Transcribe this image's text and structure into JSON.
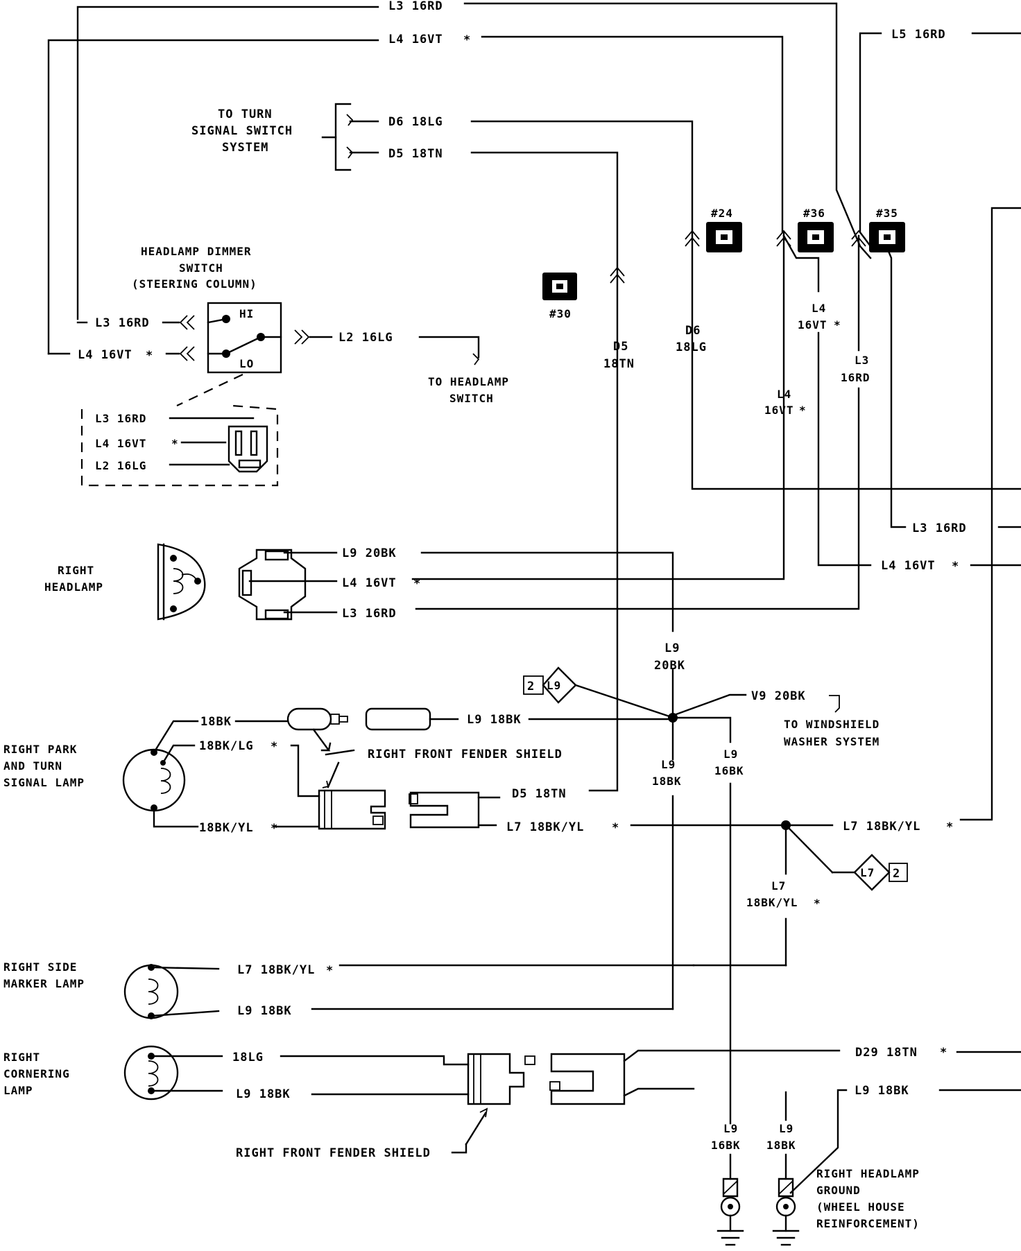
{
  "wires": {
    "l3_top": "L3 16RD",
    "l4_top": "L4 16VT",
    "l5_top": "L5 16RD",
    "d6": "D6 18LG",
    "d5": "D5 18TN",
    "dimmer_l3": "L3 16RD",
    "dimmer_l4": "L4 16VT",
    "dimmer_l2": "L2 16LG",
    "conn_l3": "L3 16RD",
    "conn_l4": "L4 16VT",
    "conn_l2": "L2 16LG",
    "d5_vert_a": "D5",
    "d5_vert_b": "18TN",
    "d6_vert_a": "D6",
    "d6_vert_b": "18LG",
    "l4_vert1_a": "L4",
    "l4_vert1_b": "16VT",
    "l4_vert2_a": "L4",
    "l4_vert2_b": "16VT",
    "l3_vert_a": "L3",
    "l3_vert_b": "16RD",
    "l3_right": "L3 16RD",
    "l4_right": "L4 16VT",
    "hl_l9": "L9 20BK",
    "hl_l4": "L4 16VT",
    "hl_l3": "L3 16RD",
    "l9_20bk_a": "L9",
    "l9_20bk_b": "20BK",
    "v9": "V9 20BK",
    "park_18bk": "18BK",
    "park_18bklg": "18BK/LG",
    "park_18bkyl": "18BK/YL",
    "l9_18bk_h": "L9 18BK",
    "d5_18tn": "D5 18TN",
    "l7_left": "L7 18BK/YL",
    "l7_right": "L7 18BK/YL",
    "l9_18bk_v_a": "L9",
    "l9_18bk_v_b": "18BK",
    "l9_16bk_a": "L9",
    "l9_16bk_b": "16BK",
    "l7_vert_a": "L7",
    "l7_vert_b": "18BK/YL",
    "side_l7": "L7 18BK/YL",
    "side_l9": "L9 18BK",
    "corner_18lg": "18LG",
    "corner_l9": "L9 18BK",
    "d29": "D29 18TN",
    "l9_18bk_r": "L9 18BK",
    "gnd1_a": "L9",
    "gnd1_b": "16BK",
    "gnd2_a": "L9",
    "gnd2_b": "18BK"
  },
  "labels": {
    "turn_signal": [
      "TO TURN",
      "SIGNAL SWITCH",
      "SYSTEM"
    ],
    "dimmer": [
      "HEADLAMP DIMMER",
      "SWITCH",
      "(STEERING COLUMN)"
    ],
    "dimmer_hi": "HI",
    "dimmer_lo": "LO",
    "to_headlamp": [
      "TO HEADLAMP",
      "SWITCH"
    ],
    "right_headlamp": [
      "RIGHT",
      "HEADLAMP"
    ],
    "right_park": [
      "RIGHT PARK",
      "AND TURN",
      "SIGNAL LAMP"
    ],
    "fender_shield_1": "RIGHT FRONT FENDER SHIELD",
    "windshield": [
      "TO WINDSHIELD",
      "WASHER SYSTEM"
    ],
    "side_marker": [
      "RIGHT SIDE",
      "MARKER LAMP"
    ],
    "cornering": [
      "RIGHT",
      "CORNERING",
      "LAMP"
    ],
    "fender_shield_2": "RIGHT FRONT FENDER SHIELD",
    "ground": [
      "RIGHT HEADLAMP",
      "GROUND",
      "(WHEEL HOUSE",
      "REINFORCEMENT)"
    ]
  },
  "connectors": {
    "c24": "#24",
    "c36": "#36",
    "c35": "#35",
    "c30": "#30"
  },
  "splices": {
    "s1_num": "2",
    "s1_id": "L9",
    "s2_id": "L7",
    "s2_num": "2"
  },
  "star": "*"
}
